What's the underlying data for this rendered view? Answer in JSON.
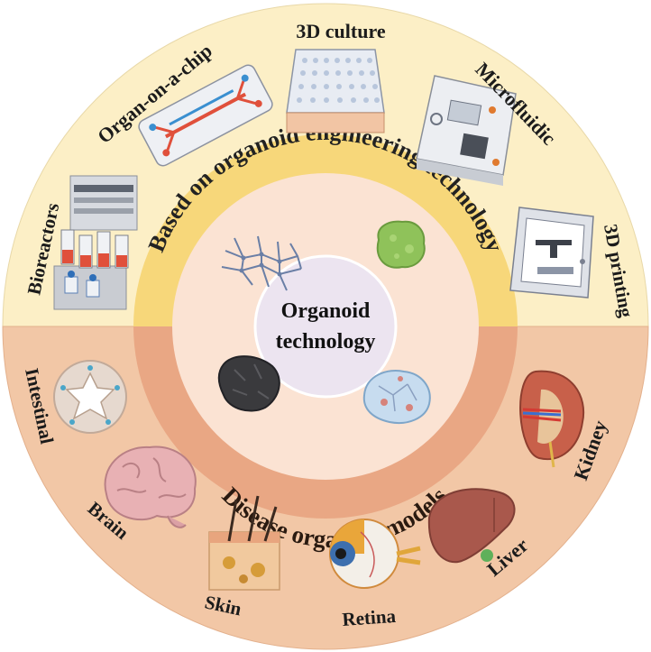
{
  "center": {
    "line1": "Organoid",
    "line2": "technology"
  },
  "engineering": {
    "title": "Based on organoid engineering technology",
    "items": [
      "Bioreactors",
      "Organ-on-a-chip",
      "3D culture",
      "Microfluidic",
      "3D printing"
    ]
  },
  "disease": {
    "title": "Disease organoid models",
    "items": [
      "Intestinal",
      "Brain",
      "Skin",
      "Retina",
      "Liver",
      "Kidney"
    ]
  },
  "colors": {
    "upper_outer": "#fcefc6",
    "upper_band": "#f7d77a",
    "lower_outer": "#f2c7a6",
    "lower_band": "#e9a784",
    "inner_disc": "#fbe3d3",
    "center": "#ece4f0"
  },
  "icons": [
    "bioreactor-icon",
    "organ-chip-icon",
    "well-plate-icon",
    "microfluidic-device-icon",
    "3d-printer-icon",
    "intestine-icon",
    "brain-icon",
    "skin-icon",
    "eye-icon",
    "liver-icon",
    "kidney-icon",
    "fiber-network-icon",
    "green-spheroid-icon",
    "dark-tissue-icon",
    "blue-cell-cluster-icon"
  ]
}
